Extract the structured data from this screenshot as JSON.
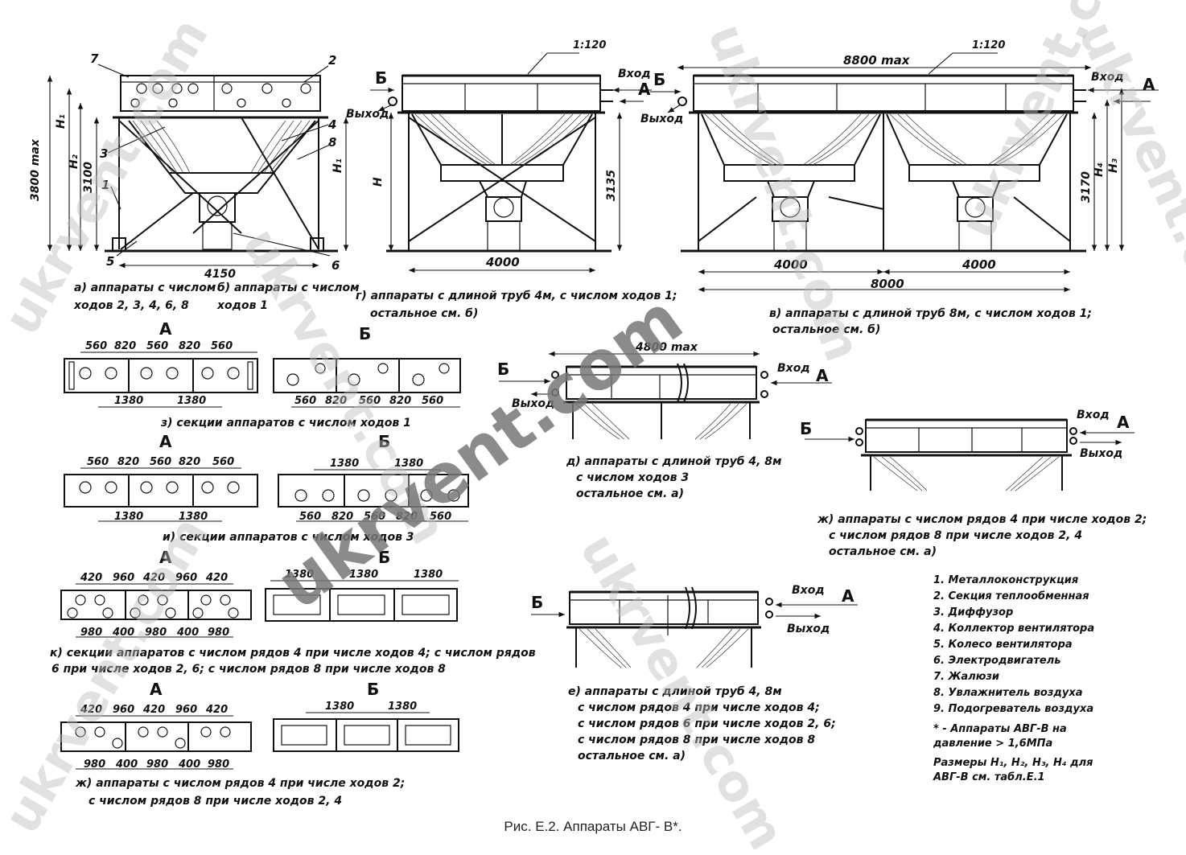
{
  "figure": {
    "caption": "Рис. Е.2. Аппараты АВГ- В*.",
    "watermark": "ukrvent.com"
  },
  "views": {
    "a": {
      "label_line1": "а) аппараты с числом",
      "label_line2": "ходов 2, 3, 4, 6, 8"
    },
    "b": {
      "label_line1": "б) аппараты с числом",
      "label_line2": "ходов 1"
    },
    "g": {
      "label_line1": "г) аппараты с длиной труб 4м, с числом ходов 1;",
      "label_line2": "остальное см. б)"
    },
    "v": {
      "label_line1": "в) аппараты с длиной труб 8м, с числом ходов 1;",
      "label_line2": "остальное см. б)"
    },
    "d": {
      "label_line1": "д) аппараты с длиной труб 4, 8м",
      "label_line2": "с числом ходов 3",
      "label_line3": "остальное см. а)"
    },
    "zh_top": {
      "label_line1": "ж) аппараты с числом рядов 4 при числе ходов 2;",
      "label_line2": "с числом рядов 8 при числе ходов 2, 4",
      "label_line3": "остальное см. а)"
    },
    "e": {
      "label_line1": "е) аппараты с длиной труб 4, 8м",
      "label_line2": "с числом рядов 4 при числе ходов 4;",
      "label_line3": "с числом рядов 6   при числе ходов 2, 6;",
      "label_line4": "с числом рядов 8 при числе ходов 8",
      "label_line5": "остальное см. а)"
    },
    "z": {
      "label": "з) секции аппаратов с числом ходов 1"
    },
    "i": {
      "label": "и) секции аппаратов с числом ходов 3"
    },
    "k": {
      "label_line1": "к) секции аппаратов с числом рядов 4 при числе ходов 4; с числом рядов",
      "label_line2": "6   при числе ходов 2, 6; с числом рядов 8 при числе ходов 8"
    },
    "zh_bottom": {
      "label_line1": "ж) аппараты с числом рядов 4 при числе ходов 2;",
      "label_line2": "с числом рядов 8 при числе ходов 2, 4"
    }
  },
  "dimensions": {
    "d4150": "4150",
    "d4000": "4000",
    "d8000": "8000",
    "d8800": "8800 max",
    "d4800": "4800 max",
    "d3800": "3800 max",
    "d3100": "3100",
    "d3135": "3135",
    "d3170": "3170",
    "h": "H",
    "h1": "H₁",
    "h2": "H₂",
    "h3": "H₃",
    "h4": "H₄",
    "slope": "1:120",
    "d560": "560",
    "d820": "820",
    "d1380": "1380",
    "d420": "420",
    "d960": "960",
    "d980": "980",
    "d400": "400"
  },
  "flow_labels": {
    "inlet": "Вход",
    "outlet": "Выход",
    "view_a": "А",
    "view_b": "Б"
  },
  "callouts": [
    "1",
    "2",
    "3",
    "4",
    "5",
    "6",
    "7",
    "8"
  ],
  "legend": {
    "items": [
      "1. Металлоконструкция",
      "2. Секция теплообменная",
      "3. Диффузор",
      "4. Коллектор вентилятора",
      "5. Колесо вентилятора",
      "6. Электродвигатель",
      "7. Жалюзи",
      "8. Увлажнитель воздуха",
      "9. Подогреватель воздуха"
    ],
    "note1_line1": "* - Аппараты АВГ-В на",
    "note1_line2": "давление > 1,6МПа",
    "note2_line1": "Размеры H₁, H₂, H₃, H₄ для",
    "note2_line2": "АВГ-В см. табл.Е.1"
  }
}
